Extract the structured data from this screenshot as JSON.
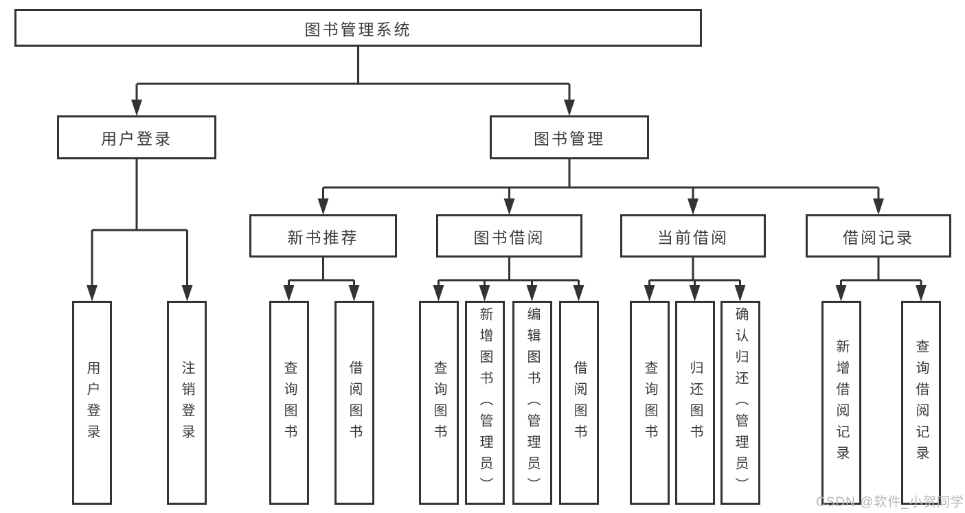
{
  "diagram_type": "hierarchy-tree",
  "title": "图书管理系统",
  "watermark": "CSDN @软件_小贺同学",
  "colors": {
    "line": "#333333",
    "box_border": "#333333",
    "box_background": "#ffffff",
    "text": "#3a3a3a",
    "watermark": "#b9b9b9"
  },
  "nodes": {
    "root": {
      "label": "图书管理系统"
    },
    "user_login": {
      "label": "用户登录"
    },
    "book_management": {
      "label": "图书管理"
    },
    "new_book_recommend": {
      "label": "新书推荐"
    },
    "book_borrowing": {
      "label": "图书借阅"
    },
    "current_borrowing": {
      "label": "当前借阅"
    },
    "borrowing_records": {
      "label": "借阅记录"
    },
    "login_leaf": {
      "label": "用户登录"
    },
    "logout_leaf": {
      "label": "注销登录"
    },
    "nbr_query_books": {
      "label": "查询图书"
    },
    "nbr_borrow_books": {
      "label": "借阅图书"
    },
    "bb_query_books": {
      "label": "查询图书"
    },
    "bb_add_books": {
      "label": "新增图书（管理员）"
    },
    "bb_edit_books": {
      "label": "编辑图书（管理员）"
    },
    "bb_borrow_books": {
      "label": "借阅图书"
    },
    "cb_query_books": {
      "label": "查询图书"
    },
    "cb_return_books": {
      "label": "归还图书"
    },
    "cb_confirm_return": {
      "label": "确认归还（管理员）"
    },
    "br_add_record": {
      "label": "新增借阅记录"
    },
    "br_query_record": {
      "label": "查询借阅记录"
    }
  },
  "hierarchy": {
    "图书管理系统": {
      "用户登录": [
        "用户登录",
        "注销登录"
      ],
      "图书管理": {
        "新书推荐": [
          "查询图书",
          "借阅图书"
        ],
        "图书借阅": [
          "查询图书",
          "新增图书（管理员）",
          "编辑图书（管理员）",
          "借阅图书"
        ],
        "当前借阅": [
          "查询图书",
          "归还图书",
          "确认归还（管理员）"
        ],
        "借阅记录": [
          "新增借阅记录",
          "查询借阅记录"
        ]
      }
    }
  }
}
